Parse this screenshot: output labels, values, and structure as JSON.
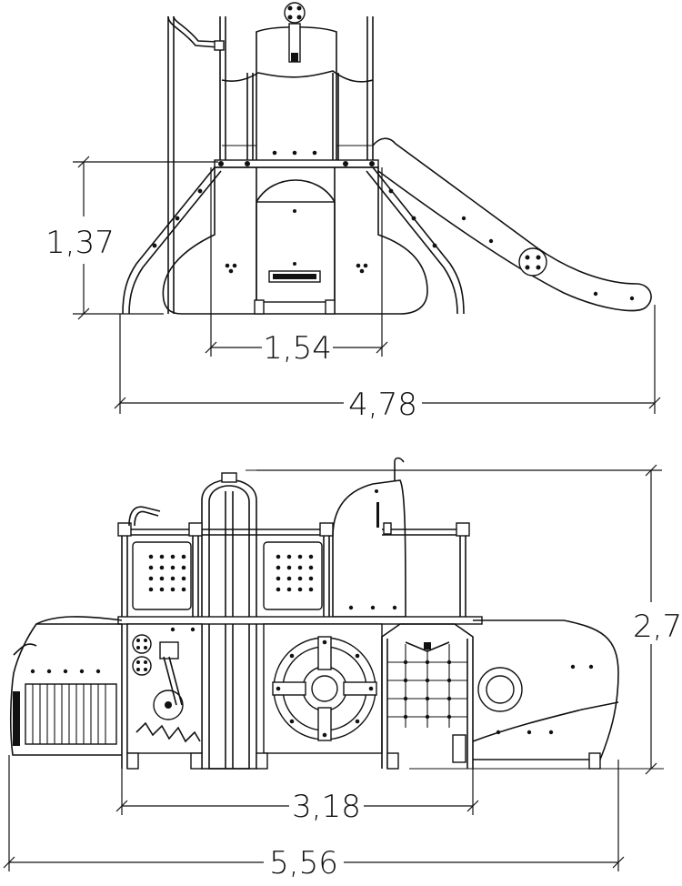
{
  "drawing": {
    "top_view": {
      "height_dimension": "1,37",
      "inner_width_dimension": "1,54",
      "overall_width_dimension": "4,78"
    },
    "side_view": {
      "height_dimension": "2,7",
      "inner_width_dimension": "3,18",
      "overall_width_dimension": "5,56"
    }
  }
}
